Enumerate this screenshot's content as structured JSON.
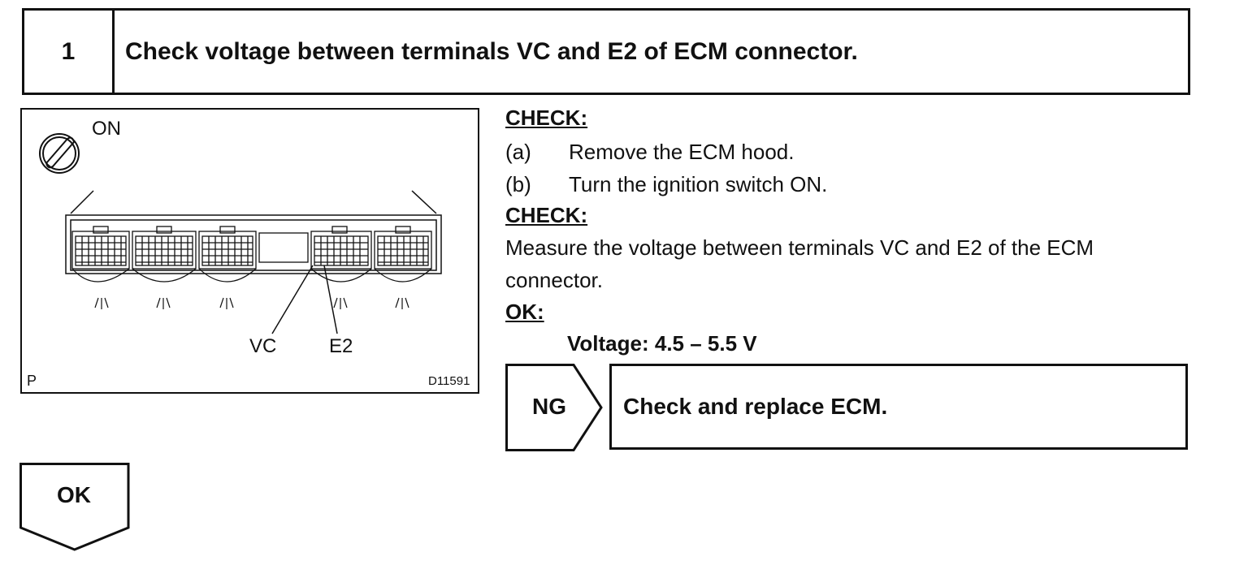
{
  "step": {
    "number": "1",
    "title": "Check voltage between terminals VC and E2 of ECM connector."
  },
  "figure": {
    "ignition_label": "ON",
    "terminal_vc": "VC",
    "terminal_e2": "E2",
    "corner_label": "P",
    "figure_id": "D11591"
  },
  "check1": {
    "heading": "CHECK:",
    "items": [
      {
        "marker": "(a)",
        "text": "Remove the ECM hood."
      },
      {
        "marker": "(b)",
        "text": "Turn the ignition switch ON."
      }
    ]
  },
  "check2": {
    "heading": "CHECK:",
    "line1": "Measure the voltage between terminals VC and E2 of the ECM",
    "line2": "connector."
  },
  "ok_spec": {
    "heading": "OK:",
    "value": "Voltage: 4.5 – 5.5 V"
  },
  "ng": {
    "label": "NG",
    "action": "Check and replace ECM."
  },
  "ok_next": {
    "label": "OK"
  }
}
